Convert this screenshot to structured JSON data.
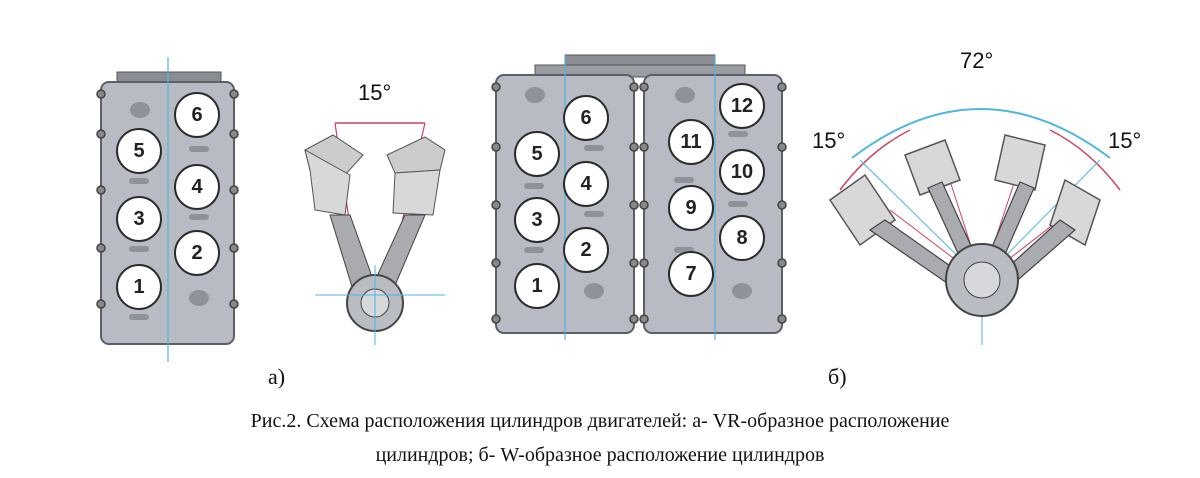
{
  "figure_a": {
    "label": "а)",
    "vr_block": {
      "left_bank": [
        "5",
        "3",
        "1"
      ],
      "right_bank": [
        "6",
        "4",
        "2"
      ]
    },
    "angle": "15°"
  },
  "figure_b": {
    "label": "б)",
    "w_block": {
      "bank1_left": [
        "5",
        "3",
        "1"
      ],
      "bank1_right": [
        "6",
        "4",
        "2"
      ],
      "bank2_left": [
        "11",
        "9",
        "7"
      ],
      "bank2_right": [
        "12",
        "10",
        "8"
      ]
    },
    "angle_total": "72°",
    "angle_left": "15°",
    "angle_right": "15°"
  },
  "caption": {
    "line1": "Рис.2. Схема расположения цилиндров двигателей: а- VR-образное расположение",
    "line2": "цилиндров; б- W-образное расположение цилиндров"
  },
  "colors": {
    "block_fill": "#b9bcc4",
    "block_stroke": "#5c5f66",
    "guide": "#4fb6e0",
    "angle_line": "#d04060"
  }
}
